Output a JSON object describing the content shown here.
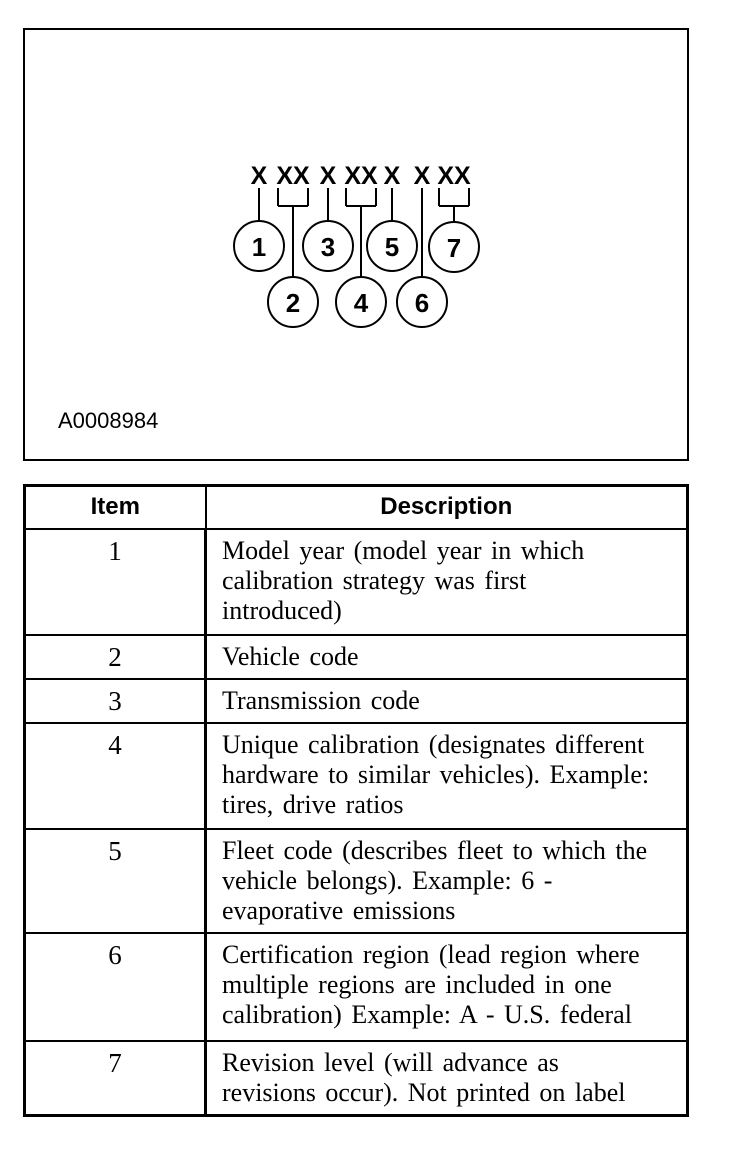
{
  "colors": {
    "ink": "#000000",
    "paper": "#ffffff"
  },
  "figure": {
    "label": "A0008984",
    "code_full": "X XX X XX X X XX",
    "code_groups": [
      "X",
      "XX",
      "X",
      "XX",
      "X",
      "X",
      "XX"
    ],
    "callouts": [
      "1",
      "2",
      "3",
      "4",
      "5",
      "6",
      "7"
    ]
  },
  "table": {
    "headers": {
      "item": "Item",
      "description": "Description"
    },
    "rows": [
      {
        "item": "1",
        "description": "Model year (model year in which\ncalibration strategy was first\nintroduced)"
      },
      {
        "item": "2",
        "description": "Vehicle code"
      },
      {
        "item": "3",
        "description": "Transmission code"
      },
      {
        "item": "4",
        "description": "Unique calibration (designates different\nhardware to similar vehicles). Example:\ntires, drive ratios"
      },
      {
        "item": "5",
        "description": "Fleet code (describes fleet to which the\nvehicle belongs). Example: 6 -\nevaporative emissions"
      },
      {
        "item": "6",
        "description": "Certification region (lead region where\nmultiple regions are included in one\ncalibration) Example: A - U.S. federal"
      },
      {
        "item": "7",
        "description": "Revision level (will advance as\nrevisions occur). Not printed on label"
      }
    ]
  }
}
